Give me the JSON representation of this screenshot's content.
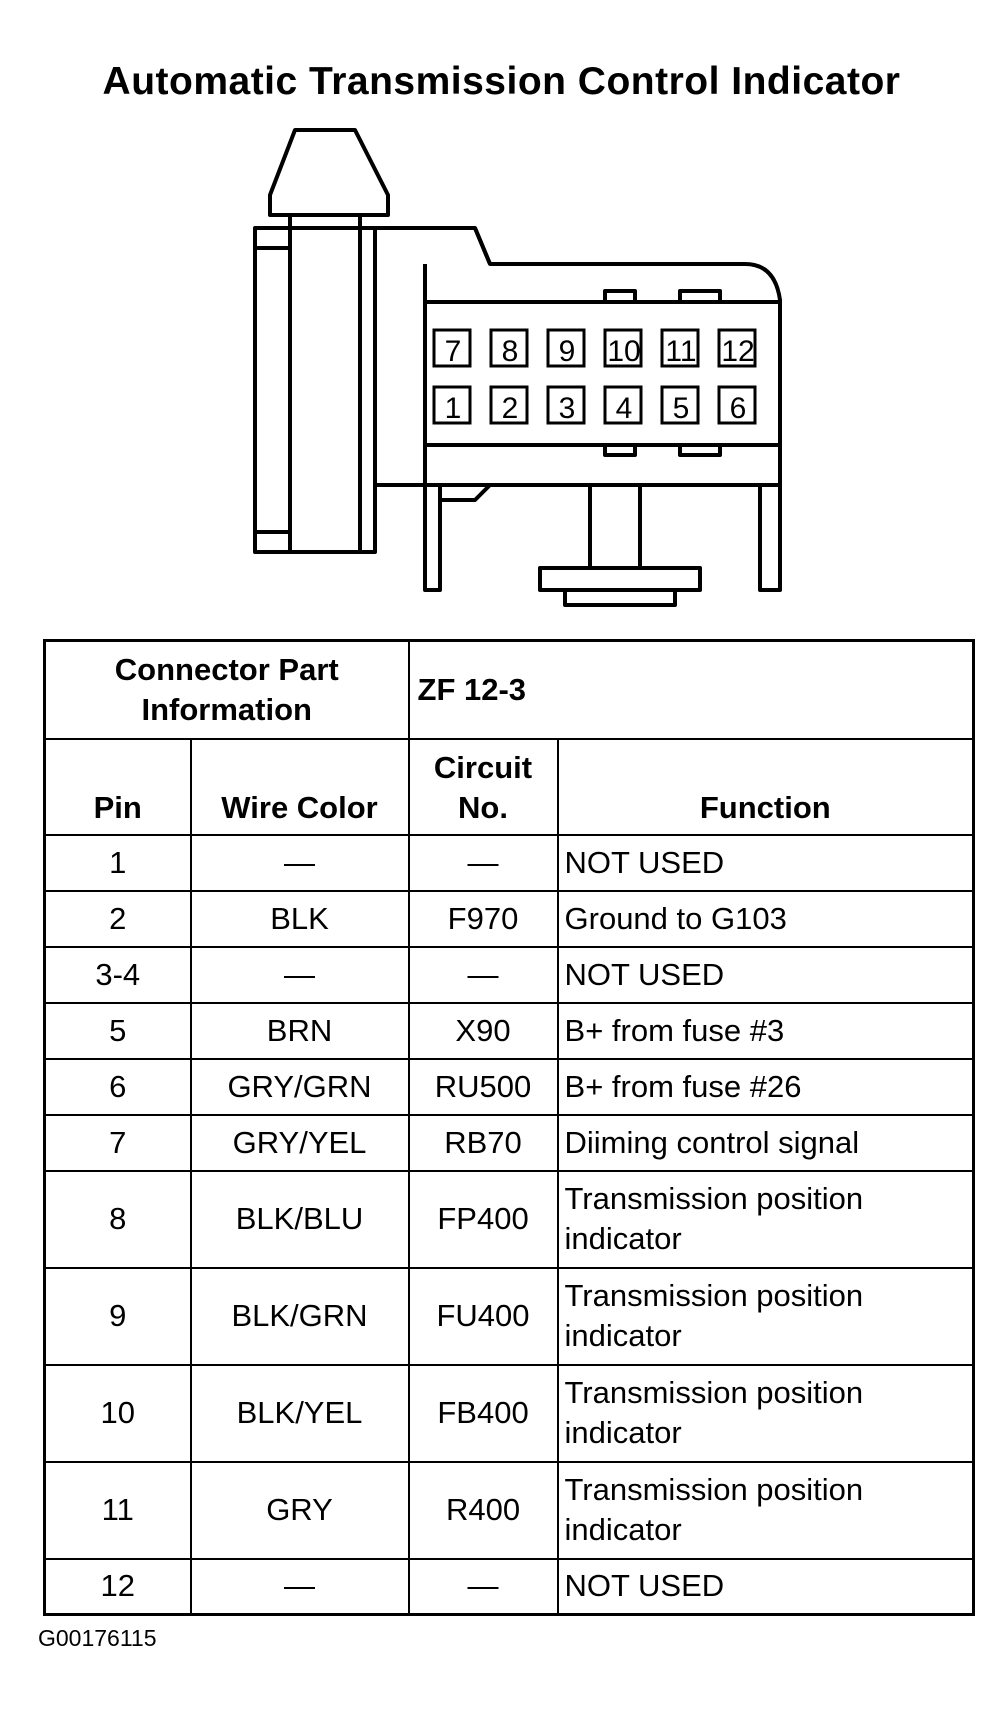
{
  "title": "Automatic Transmission Control Indicator",
  "connector": {
    "top_row_pins": [
      "7",
      "8",
      "9",
      "10",
      "11",
      "12"
    ],
    "bottom_row_pins": [
      "1",
      "2",
      "3",
      "4",
      "5",
      "6"
    ]
  },
  "table": {
    "part_info_label": "Connector Part Information",
    "part_number": "ZF 12-3",
    "headers": {
      "pin": "Pin",
      "wire_color": "Wire Color",
      "circuit_no": "Circuit No.",
      "function": "Function"
    },
    "rows": [
      {
        "pin": "1",
        "wire": "—",
        "circuit": "—",
        "function": "NOT USED"
      },
      {
        "pin": "2",
        "wire": "BLK",
        "circuit": "F970",
        "function": "Ground to G103"
      },
      {
        "pin": "3-4",
        "wire": "—",
        "circuit": "—",
        "function": "NOT USED"
      },
      {
        "pin": "5",
        "wire": "BRN",
        "circuit": "X90",
        "function": "B+ from fuse #3"
      },
      {
        "pin": "6",
        "wire": "GRY/GRN",
        "circuit": "RU500",
        "function": "B+ from fuse #26"
      },
      {
        "pin": "7",
        "wire": "GRY/YEL",
        "circuit": "RB70",
        "function": "Diiming control signal"
      },
      {
        "pin": "8",
        "wire": "BLK/BLU",
        "circuit": "FP400",
        "function": "Transmission position indicator"
      },
      {
        "pin": "9",
        "wire": "BLK/GRN",
        "circuit": "FU400",
        "function": "Transmission position indicator"
      },
      {
        "pin": "10",
        "wire": "BLK/YEL",
        "circuit": "FB400",
        "function": "Transmission position indicator"
      },
      {
        "pin": "11",
        "wire": "GRY",
        "circuit": "R400",
        "function": "Transmission position indicator"
      },
      {
        "pin": "12",
        "wire": "—",
        "circuit": "—",
        "function": "NOT USED"
      }
    ]
  },
  "figure_id": "G00176115"
}
